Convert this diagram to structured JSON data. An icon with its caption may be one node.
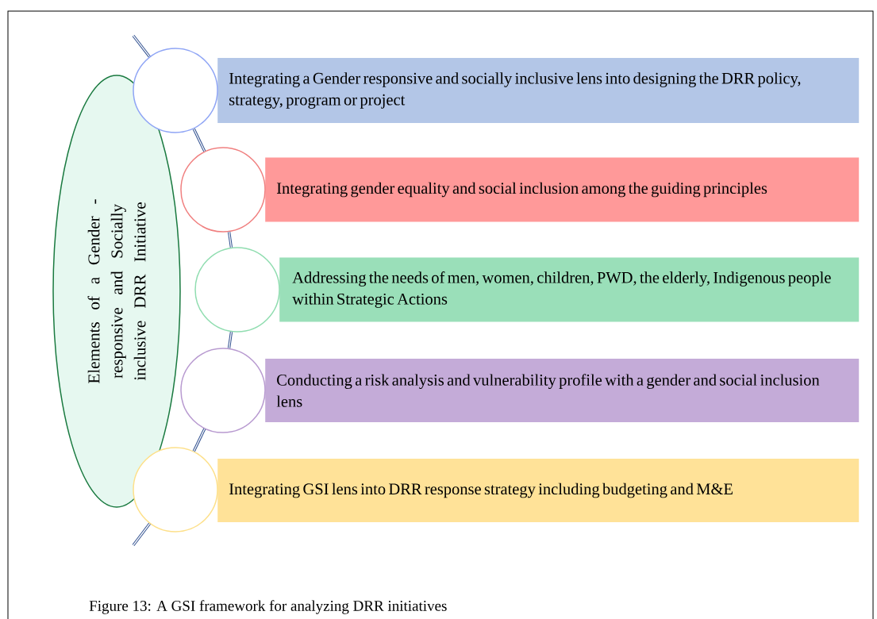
{
  "diagram": {
    "caption": "Figure 13: A GSI framework for analyzing DRR initiatives",
    "nodes": [
      {
        "text": [
          "Elements of a Gender -responsive and Socially inclusive DRR Initiative"
        ]
      },
      {
        "text": [],
        "shape": "circle"
      },
      {
        "text": [
          "Integrating a Gender responsive and socially inclusive lens into designing the DRR policy, strategy, program or project"
        ]
      },
      {
        "text": [],
        "shape": "circle"
      },
      {
        "text": [
          "Integrating gender equality and social inclusion among the guiding principles"
        ]
      },
      {
        "text": [],
        "shape": "circle"
      },
      {
        "text": [
          "Addressing the needs of men, women, children, PWD, the elderly, Indigenous people within Strategic Actions"
        ]
      },
      {
        "text": [],
        "shape": "circle"
      },
      {
        "text": [
          "Conducting a risk analysis and vulnerability profile with a gender and social inclusion lens"
        ]
      },
      {
        "text": [],
        "shape": "circle"
      },
      {
        "text": [
          "Integrating GSI lens into DRR response strategy including budgeting and M&E"
        ]
      }
    ],
    "edges": [
      {
        "from": 1,
        "to": 3,
        "arrow": "none"
      },
      {
        "from": 3,
        "to": 5,
        "arrow": "none"
      },
      {
        "from": 5,
        "to": 7,
        "arrow": "none"
      },
      {
        "from": 7,
        "to": 9,
        "arrow": "none"
      }
    ]
  }
}
